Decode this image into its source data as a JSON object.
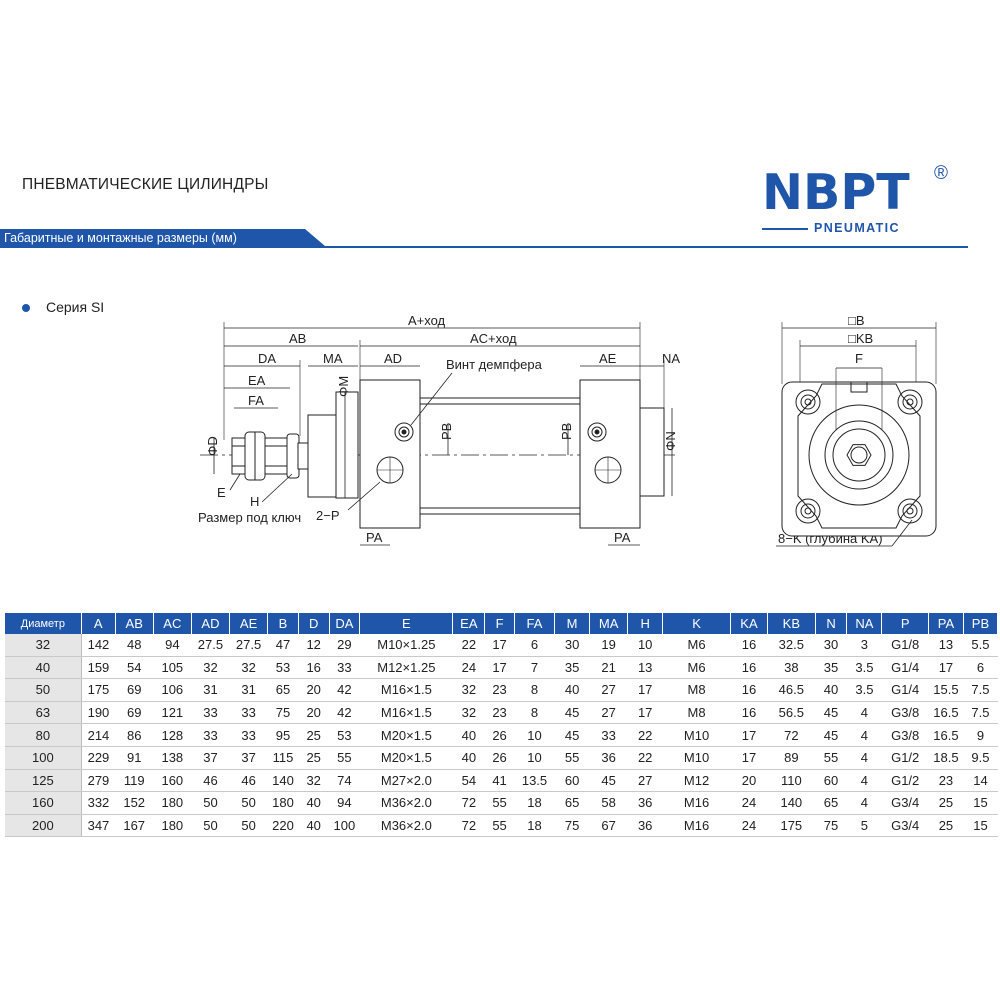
{
  "header": {
    "title": "ПНЕВМАТИЧЕСКИЕ ЦИЛИНДРЫ",
    "banner": "Габаритные и монтажные размеры (мм)",
    "brand": {
      "name": "NBPT",
      "reg": "®",
      "sub": "PNEUMATIC"
    },
    "series": "Серия SI"
  },
  "colors": {
    "brand_blue": "#1f56a9",
    "row_label_bg": "#e6e6e6"
  },
  "drawing": {
    "labels": {
      "a": "A+ход",
      "ab": "AB",
      "ac": "AC+ход",
      "da": "DA",
      "ma": "MA",
      "ad": "AD",
      "ae": "AE",
      "na": "NA",
      "ea": "EA",
      "fa": "FA",
      "phi_m": "ΦM",
      "phi_d": "ΦD",
      "phi_n": "ΦN",
      "pb_left": "PB",
      "pb_right": "PB",
      "e": "E",
      "h": "H",
      "wrench": "Размер под ключ",
      "p": "2−P",
      "pa_left": "PA",
      "pa_right": "PA",
      "damper": "Винт демпфера",
      "b": "□B",
      "kb": "□KB",
      "f": "F",
      "k": "8−K (глубина KA)"
    }
  },
  "table": {
    "headers": [
      "Диаметр",
      "A",
      "AB",
      "AC",
      "AD",
      "AE",
      "B",
      "D",
      "DA",
      "E",
      "EA",
      "F",
      "FA",
      "M",
      "MA",
      "H",
      "K",
      "KA",
      "KB",
      "N",
      "NA",
      "P",
      "PA",
      "PB"
    ],
    "rows": [
      [
        "32",
        "142",
        "48",
        "94",
        "27.5",
        "27.5",
        "47",
        "12",
        "29",
        "M10×1.25",
        "22",
        "17",
        "6",
        "30",
        "19",
        "10",
        "M6",
        "16",
        "32.5",
        "30",
        "3",
        "G1/8",
        "13",
        "5.5"
      ],
      [
        "40",
        "159",
        "54",
        "105",
        "32",
        "32",
        "53",
        "16",
        "33",
        "M12×1.25",
        "24",
        "17",
        "7",
        "35",
        "21",
        "13",
        "M6",
        "16",
        "38",
        "35",
        "3.5",
        "G1/4",
        "17",
        "6"
      ],
      [
        "50",
        "175",
        "69",
        "106",
        "31",
        "31",
        "65",
        "20",
        "42",
        "M16×1.5",
        "32",
        "23",
        "8",
        "40",
        "27",
        "17",
        "M8",
        "16",
        "46.5",
        "40",
        "3.5",
        "G1/4",
        "15.5",
        "7.5"
      ],
      [
        "63",
        "190",
        "69",
        "121",
        "33",
        "33",
        "75",
        "20",
        "42",
        "M16×1.5",
        "32",
        "23",
        "8",
        "45",
        "27",
        "17",
        "M8",
        "16",
        "56.5",
        "45",
        "4",
        "G3/8",
        "16.5",
        "7.5"
      ],
      [
        "80",
        "214",
        "86",
        "128",
        "33",
        "33",
        "95",
        "25",
        "53",
        "M20×1.5",
        "40",
        "26",
        "10",
        "45",
        "33",
        "22",
        "M10",
        "17",
        "72",
        "45",
        "4",
        "G3/8",
        "16.5",
        "9"
      ],
      [
        "100",
        "229",
        "91",
        "138",
        "37",
        "37",
        "115",
        "25",
        "55",
        "M20×1.5",
        "40",
        "26",
        "10",
        "55",
        "36",
        "22",
        "M10",
        "17",
        "89",
        "55",
        "4",
        "G1/2",
        "18.5",
        "9.5"
      ],
      [
        "125",
        "279",
        "119",
        "160",
        "46",
        "46",
        "140",
        "32",
        "74",
        "M27×2.0",
        "54",
        "41",
        "13.5",
        "60",
        "45",
        "27",
        "M12",
        "20",
        "110",
        "60",
        "4",
        "G1/2",
        "23",
        "14"
      ],
      [
        "160",
        "332",
        "152",
        "180",
        "50",
        "50",
        "180",
        "40",
        "94",
        "M36×2.0",
        "72",
        "55",
        "18",
        "65",
        "58",
        "36",
        "M16",
        "24",
        "140",
        "65",
        "4",
        "G3/4",
        "25",
        "15"
      ],
      [
        "200",
        "347",
        "167",
        "180",
        "50",
        "50",
        "220",
        "40",
        "100",
        "M36×2.0",
        "72",
        "55",
        "18",
        "75",
        "67",
        "36",
        "M16",
        "24",
        "175",
        "75",
        "5",
        "G3/4",
        "25",
        "15"
      ]
    ]
  }
}
